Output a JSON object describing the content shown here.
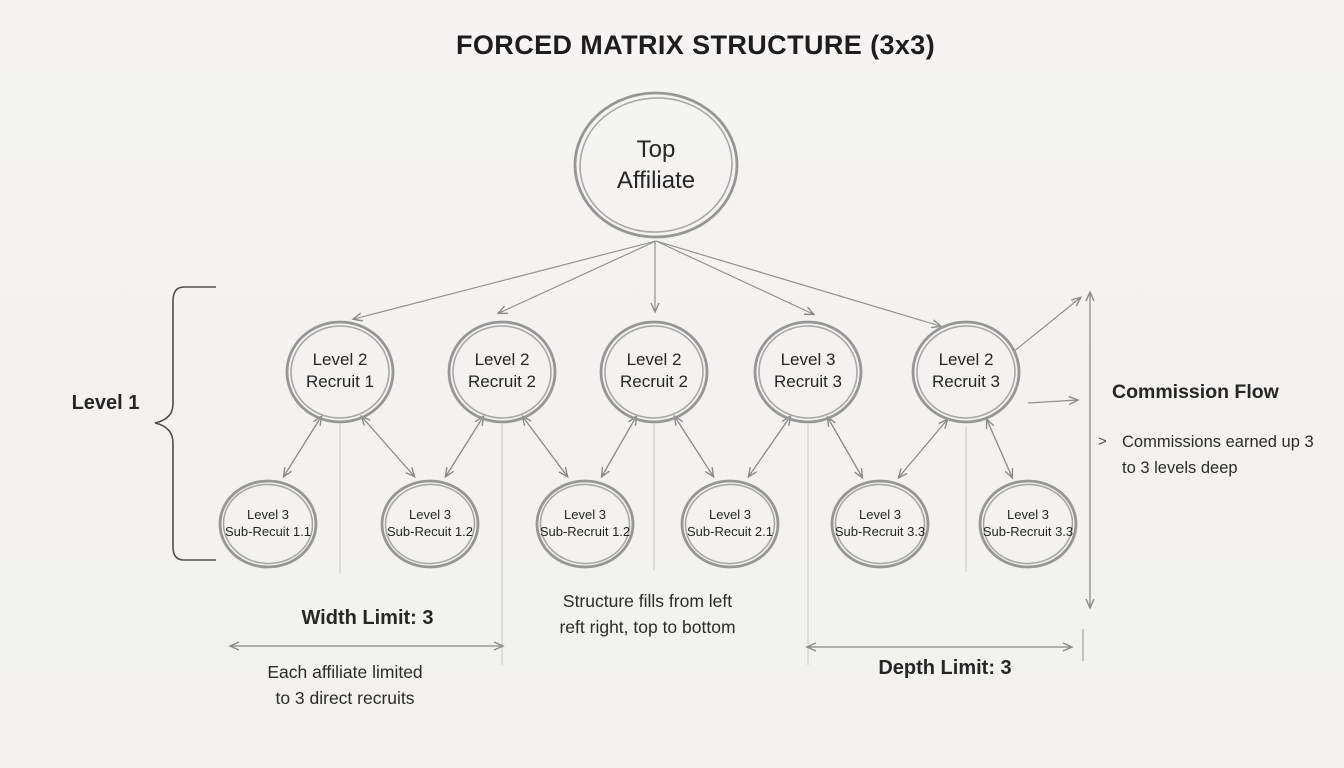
{
  "title": "FORCED MATRIX STRUCTURE (3x3)",
  "colors": {
    "background": "#f4f3f1",
    "ink": "#262626",
    "sketch_stroke": "#969696",
    "faint_line": "#c8c8c8"
  },
  "nodes": {
    "top": {
      "line1": "Top",
      "line2": "Affiliate"
    },
    "level2": [
      {
        "line1": "Level 2",
        "line2": "Recruit 1"
      },
      {
        "line1": "Level 2",
        "line2": "Recruit 2"
      },
      {
        "line1": "Level 2",
        "line2": "Recruit 2"
      },
      {
        "line1": "Level 3",
        "line2": "Recruit 3"
      },
      {
        "line1": "Level 2",
        "line2": "Recruit 3"
      }
    ],
    "level3": [
      {
        "line1": "Level 3",
        "line2": "Sub-Recuit 1.1"
      },
      {
        "line1": "Level 3",
        "line2": "Sub-Recuit 1.2"
      },
      {
        "line1": "Level 3",
        "line2": "Sub-Recruit 1.2"
      },
      {
        "line1": "Level 3",
        "line2": "Sub-Recuit 2.1"
      },
      {
        "line1": "Level 3",
        "line2": "Sub-Recruit 3.3"
      },
      {
        "line1": "Level 3",
        "line2": "Sub-Recruit 3.3"
      }
    ]
  },
  "annotations": {
    "level1_label": "Level 1",
    "commission": {
      "title": "Commission Flow",
      "bullet_marker": ">",
      "line1": "Commissions earned up 3",
      "line2": "to 3 levels deep"
    },
    "width_limit": {
      "label": "Width Limit: 3",
      "caption_line1": "Each affiliate limited",
      "caption_line2": "to 3 direct recruits"
    },
    "fill_note": {
      "line1": "Structure fills from left",
      "line2": "reft right, top to bottom"
    },
    "depth_limit": {
      "label": "Depth Limit: 3"
    }
  }
}
